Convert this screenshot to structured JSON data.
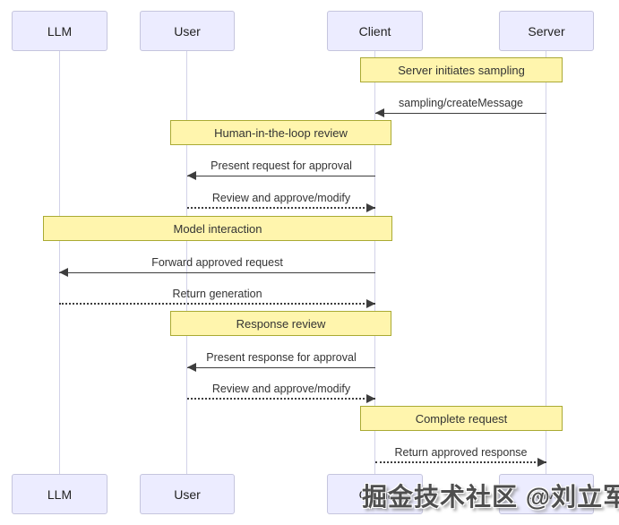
{
  "diagram": {
    "type": "sequence-diagram",
    "actors": [
      {
        "name": "LLM"
      },
      {
        "name": "User"
      },
      {
        "name": "Client"
      },
      {
        "name": "Server"
      }
    ],
    "notes": [
      {
        "label": "Server initiates sampling",
        "over": [
          "Client",
          "Server"
        ]
      },
      {
        "label": "Human-in-the-loop review",
        "over": [
          "User",
          "Client"
        ]
      },
      {
        "label": "Model interaction",
        "over": [
          "LLM",
          "Client"
        ]
      },
      {
        "label": "Response review",
        "over": [
          "User",
          "Client"
        ]
      },
      {
        "label": "Complete request",
        "over": [
          "Client",
          "Server"
        ]
      }
    ],
    "messages": [
      {
        "label": "sampling/createMessage",
        "from": "Server",
        "to": "Client",
        "line": "solid"
      },
      {
        "label": "Present request for approval",
        "from": "Client",
        "to": "User",
        "line": "solid"
      },
      {
        "label": "Review and approve/modify",
        "from": "User",
        "to": "Client",
        "line": "dotted"
      },
      {
        "label": "Forward approved request",
        "from": "Client",
        "to": "LLM",
        "line": "solid"
      },
      {
        "label": "Return generation",
        "from": "LLM",
        "to": "Client",
        "line": "dotted"
      },
      {
        "label": "Present response for approval",
        "from": "Client",
        "to": "User",
        "line": "solid"
      },
      {
        "label": "Review and approve/modify",
        "from": "User",
        "to": "Client",
        "line": "dotted"
      },
      {
        "label": "Return approved response",
        "from": "Client",
        "to": "Server",
        "line": "dotted"
      }
    ],
    "colors": {
      "actor_fill": "#ECECFF",
      "actor_border": "#C5C5DE",
      "note_fill": "#FFF5AD",
      "note_border": "#AAAA33",
      "lifeline": "#D2D2E8",
      "message_text": "#333333"
    }
  },
  "watermark": {
    "text": "掘金技术社区 @刘立军"
  }
}
